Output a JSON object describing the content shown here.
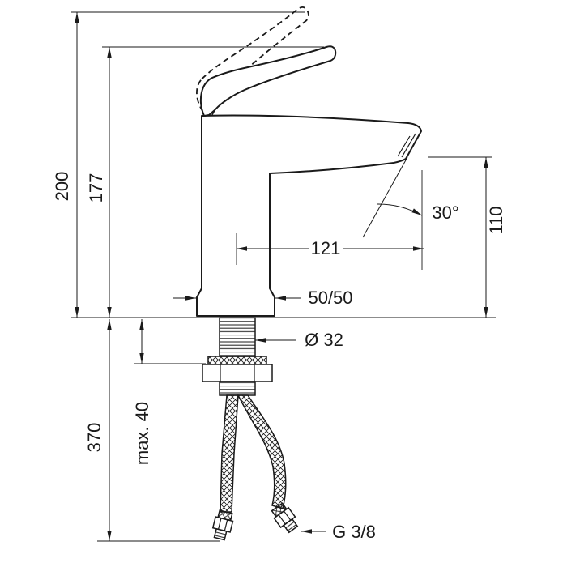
{
  "drawing": {
    "line_color": "#1a1a1a",
    "labels": {
      "overall_height": "200",
      "handle_height": "177",
      "spout_height": "110",
      "spout_reach": "121",
      "spout_angle": "30°",
      "base_dim": "50/50",
      "hole_diameter": "Ø 32",
      "max_deck_thickness": "max. 40",
      "hose_length": "370",
      "connection_thread": "G 3/8"
    }
  }
}
